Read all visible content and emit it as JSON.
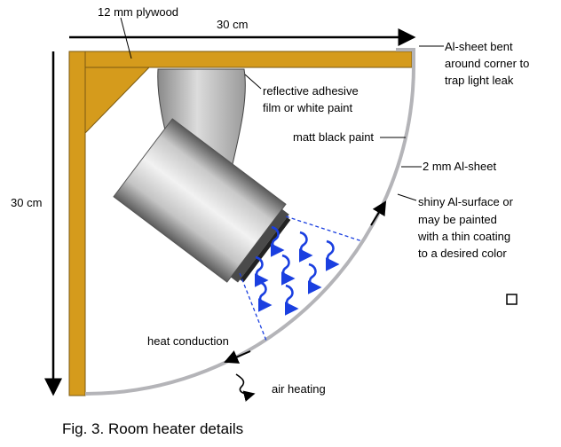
{
  "colors": {
    "plywood": "#d59b1c",
    "plywood_edge": "#7a5a12",
    "aluminium": "#b4b4b8",
    "heat_arrows": "#1a3fe0",
    "dashed_beam": "#1a3fe0",
    "arrows": "#000000"
  },
  "icons": [
    "heater-lamp",
    "wavy-heat-arrow",
    "checkbox-icon"
  ],
  "labels": {
    "plywood": "12 mm plywood",
    "width": "30 cm",
    "height": "30 cm",
    "al_sheet_bent_1": "Al-sheet bent",
    "al_sheet_bent_2": "around corner to",
    "al_sheet_bent_3": "trap light leak",
    "reflective_1": "reflective adhesive",
    "reflective_2": "film or white paint",
    "matt_black": "matt black paint",
    "al_sheet": "2 mm Al-sheet",
    "shiny_1": "shiny Al-surface or",
    "shiny_2": "may be painted",
    "shiny_3": "with a thin coating",
    "shiny_4": "to a desired color",
    "heat_conduction": "heat conduction",
    "air_heating": "air heating"
  },
  "caption": "Fig. 3. Room heater details"
}
